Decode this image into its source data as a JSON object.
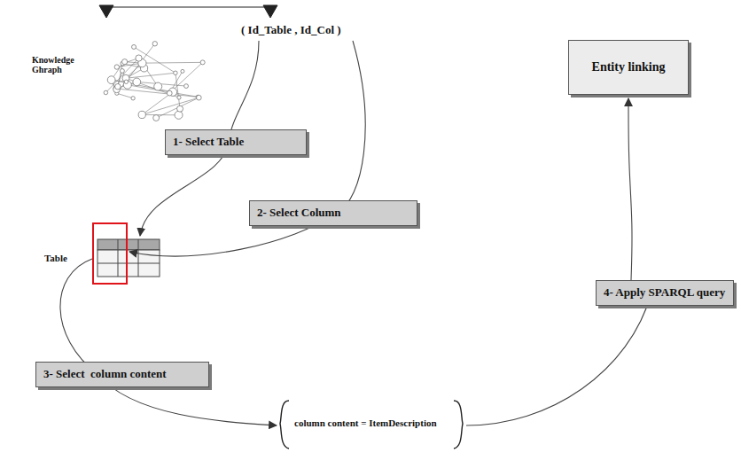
{
  "diagram": {
    "nodes": [
      {
        "text": [
          "Entity linking"
        ]
      },
      {
        "text": [
          "1- Select Table"
        ]
      },
      {
        "text": [
          "2- Select Column"
        ]
      },
      {
        "text": [
          "4- Apply SPARQL query"
        ]
      },
      {
        "text": [
          "3- Select  column content"
        ]
      }
    ],
    "edges": [
      {
        "from": 3,
        "to": 0,
        "arrow": "to"
      }
    ],
    "labels": [
      "Knowledge Ghraph",
      "( Id_Table , Id_Col )",
      "Table",
      "column content = ItemDescription"
    ]
  }
}
